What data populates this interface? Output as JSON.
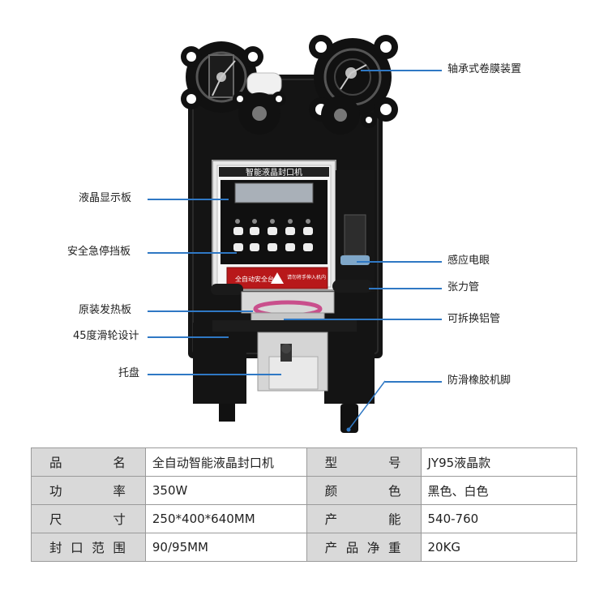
{
  "panel": {
    "brand_label": "智能液晶封口机",
    "warning_text": "全自动安全台",
    "caution_text": "请勿将手伸入机内"
  },
  "callouts": [
    "轴承式卷膜装置",
    "液晶显示板",
    "安全急停挡板",
    "感应电眼",
    "张力管",
    "原装发热板",
    "可拆换铝管",
    "45度滑轮设计",
    "托盘",
    "防滑橡胶机脚"
  ],
  "specs": [
    {
      "label": "品名",
      "value": "全自动智能液晶封口机",
      "label2": "型号",
      "value2": "JY95液晶款"
    },
    {
      "label": "功率",
      "value": "350W",
      "label2": "颜色",
      "value2": "黑色、白色"
    },
    {
      "label": "尺寸",
      "value": "250*400*640MM",
      "label2": "产能",
      "value2": "540-760"
    },
    {
      "label": "封口范围",
      "value": "90/95MM",
      "label2": "产品净重",
      "value2": "20KG"
    }
  ],
  "colors": {
    "machine_body": "#141414",
    "leader_line": "#2f78c4",
    "table_label_bg": "#d9d9d9",
    "ring_accent": "#c94f8c"
  }
}
